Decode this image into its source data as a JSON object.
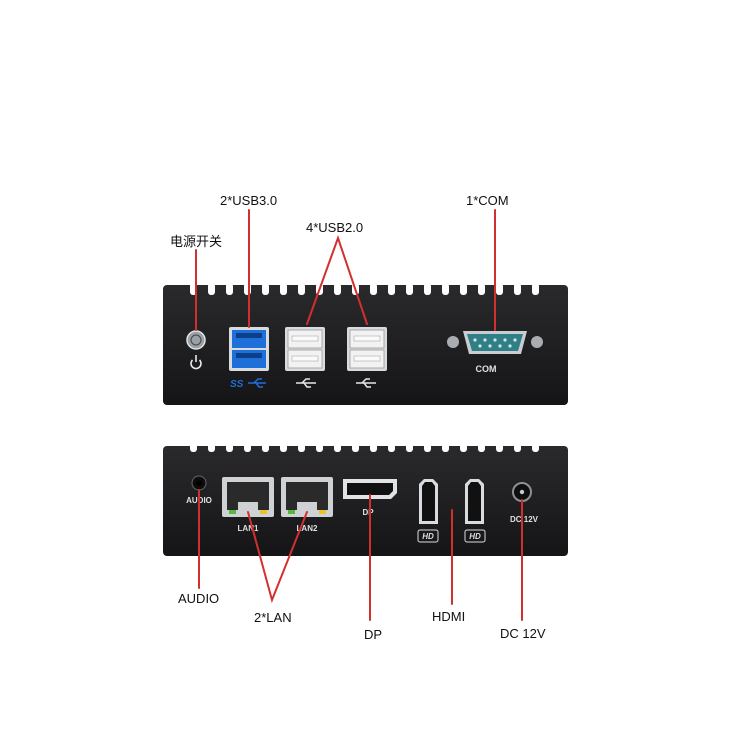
{
  "callouts": {
    "usb30": "2*USB3.0",
    "usb20": "4*USB2.0",
    "power": "电源开关",
    "com": "1*COM",
    "audio": "AUDIO",
    "lan": "2*LAN",
    "dp": "DP",
    "hdmi": "HDMI",
    "dc": "DC 12V"
  },
  "device_labels": {
    "com": "COM",
    "audio": "AUDIO",
    "lan1": "LAN1",
    "lan2": "LAN2",
    "dp": "DP",
    "dc": "DC 12V",
    "ss": "SS",
    "hd": "HD"
  },
  "colors": {
    "chassis": "#1b1b1d",
    "callout_line": "#d32f2f",
    "usb3_blue": "#1e6fd9",
    "com_port": "#2f7f86"
  }
}
